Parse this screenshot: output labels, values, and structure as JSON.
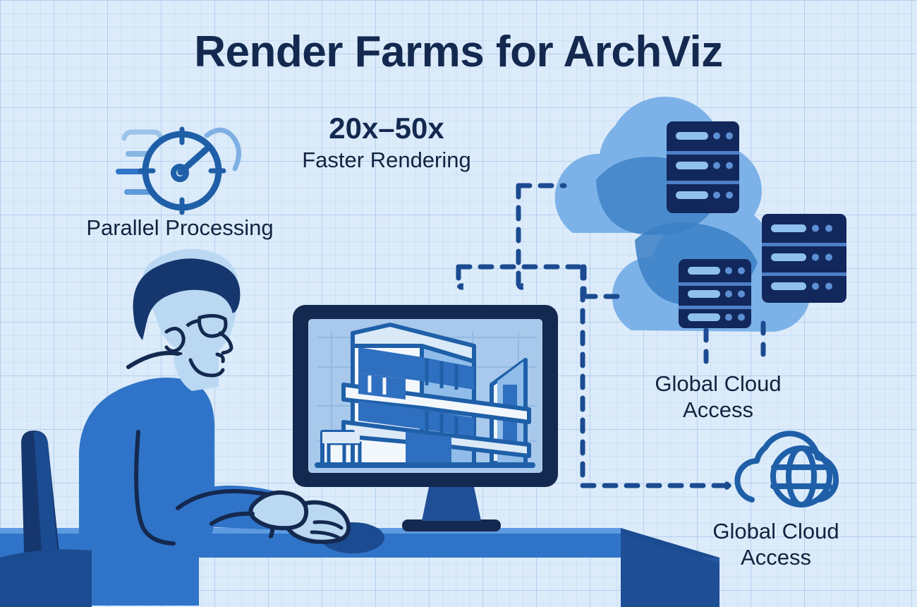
{
  "title": "Render Farms for ArchViz",
  "stat": {
    "value": "20x–50x",
    "label": "Faster Rendering"
  },
  "captions": {
    "parallel_processing": "Parallel Processing",
    "global_cloud_access_top": "Global Cloud Access",
    "global_cloud_access_bottom": "Global Cloud Access"
  },
  "icons": {
    "speed_gauge": "speedometer-icon",
    "server_rack": "server-rack-icon",
    "cloud": "cloud-icon",
    "cloud_globe": "cloud-globe-icon",
    "monitor": "desktop-monitor-icon",
    "building_render": "architectural-building-render",
    "person": "person-at-desk-illustration",
    "mouse": "computer-mouse-icon",
    "chair": "office-chair-icon",
    "connector": "dashed-connector-arrow"
  },
  "colors": {
    "background": "#dcebfa",
    "grid_line": "#7cacde",
    "title_navy": "#14294f",
    "text_navy": "#12233f",
    "deep_navy": "#12285c",
    "accent_blue": "#1e5fa8",
    "mid_blue": "#2f6fc0",
    "cloud_light": "#7cb2e8",
    "cloud_dark": "#3b7fc4",
    "screen_blue": "#a8c9ec",
    "skin_light": "#bad8f2",
    "shirt_blue": "#2f74c8",
    "desk_blue": "#2f74c8",
    "desk_shadow": "#1b4b91"
  }
}
